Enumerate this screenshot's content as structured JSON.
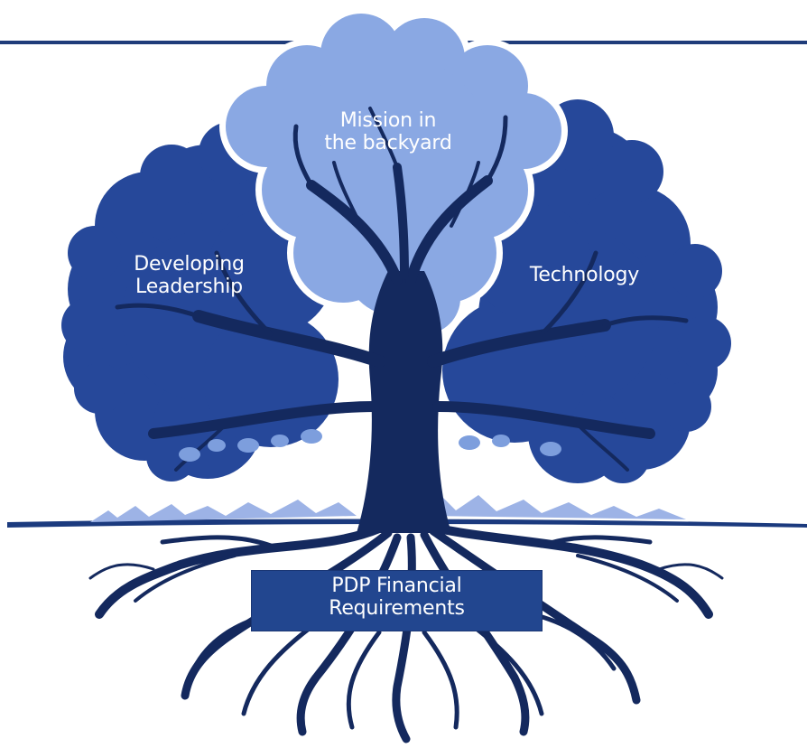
{
  "diagram": {
    "labels": {
      "mission_line1": "Mission in",
      "mission_line2": "the backyard",
      "leadership_line1": "Developing",
      "leadership_line2": "Leadership",
      "technology": "Technology",
      "pdp_line1": "PDP Financial",
      "pdp_line2": "Requirements"
    },
    "colors": {
      "top_rule": "#1f3c7a",
      "canopy_dark": "#26489a",
      "canopy_light": "#8aa8e3",
      "canopy_outline": "#ffffff",
      "trunk": "#14295e",
      "ground": "#1b3a7e",
      "grass": "#9db3e6",
      "leaves": "#7d9edd",
      "root_box": "#22468f",
      "text": "#ffffff"
    }
  }
}
